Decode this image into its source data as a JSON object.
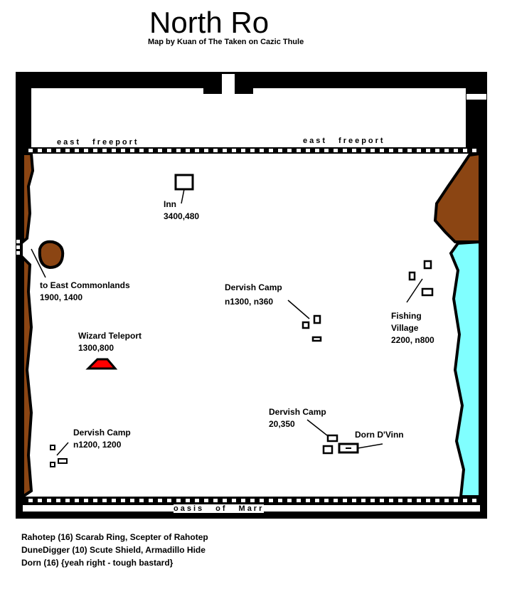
{
  "map": {
    "title": "North Ro",
    "subtitle": "Map by Kuan of The Taken on Cazic Thule",
    "roads": {
      "top_left": [
        "east",
        "freeport"
      ],
      "top_right": [
        "east",
        "freeport"
      ],
      "bottom": [
        "oasis",
        "of",
        "Marr"
      ]
    },
    "locations": {
      "inn": {
        "name": "Inn",
        "coords": "3400,480"
      },
      "east_commonlands": {
        "name": "to East Commonlands",
        "coords": "1900, 1400"
      },
      "wizard_teleport": {
        "name": "Wizard Teleport",
        "coords": "1300,800"
      },
      "dervish_camp_center": {
        "name": "Dervish Camp",
        "coords": "n1300, n360"
      },
      "fishing_village": {
        "name1": "Fishing",
        "name2": "Village",
        "coords": "2200, n800"
      },
      "dervish_camp_southwest": {
        "name": "Dervish Camp",
        "coords": "n1200, 1200"
      },
      "dervish_camp_south": {
        "name": "Dervish Camp",
        "coords": "20,350"
      },
      "dorn": {
        "name": "Dorn D'Vinn"
      }
    },
    "colors": {
      "wall": "#000000",
      "rock": "#8b4513",
      "water": "#80ffff",
      "teleport": "#ff0000"
    }
  },
  "notes": [
    "Rahotep (16) Scarab Ring,  Scepter of Rahotep",
    "DuneDigger  (10) Scute Shield, Armadillo Hide",
    "Dorn (16)  {yeah right - tough bastard}"
  ]
}
